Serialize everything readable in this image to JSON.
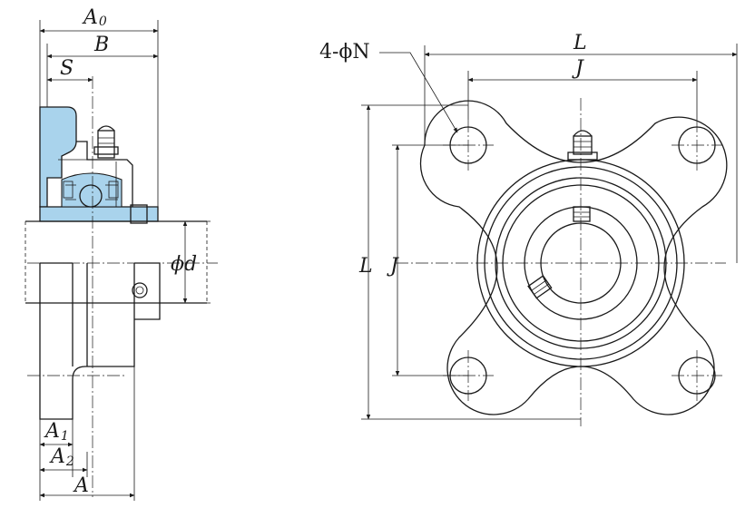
{
  "labels": {
    "a0": "A",
    "a0_sub": "0",
    "b": "B",
    "s": "S",
    "phi_d": "ϕd",
    "a1": "A",
    "a1_sub": "1",
    "a2": "A",
    "a2_sub": "2",
    "a": "A",
    "bolt_holes": "4-ϕN",
    "l_top": "L",
    "j_top": "J",
    "l_side": "L",
    "j_side": "J"
  },
  "colors": {
    "section_fill": "#a9d3ec",
    "line": "#1a1a1a",
    "background": "#ffffff"
  }
}
